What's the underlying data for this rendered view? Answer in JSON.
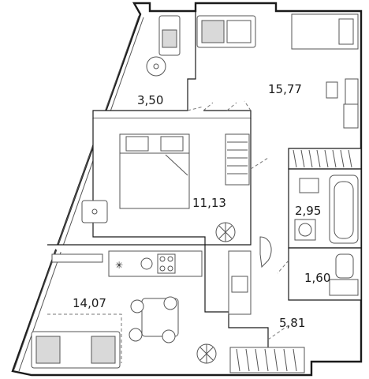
{
  "plan": {
    "accent_color": "#1a1a1a",
    "furniture_fill": "#d9d9d9",
    "rooms": [
      {
        "id": "balcony",
        "area": "3,50"
      },
      {
        "id": "bedroom-large",
        "area": "15,77"
      },
      {
        "id": "bedroom",
        "area": "11,13"
      },
      {
        "id": "bathroom",
        "area": "2,95"
      },
      {
        "id": "toilet",
        "area": "1,60"
      },
      {
        "id": "kitchen-living",
        "area": "14,07"
      },
      {
        "id": "hallway",
        "area": "5,81"
      }
    ]
  }
}
